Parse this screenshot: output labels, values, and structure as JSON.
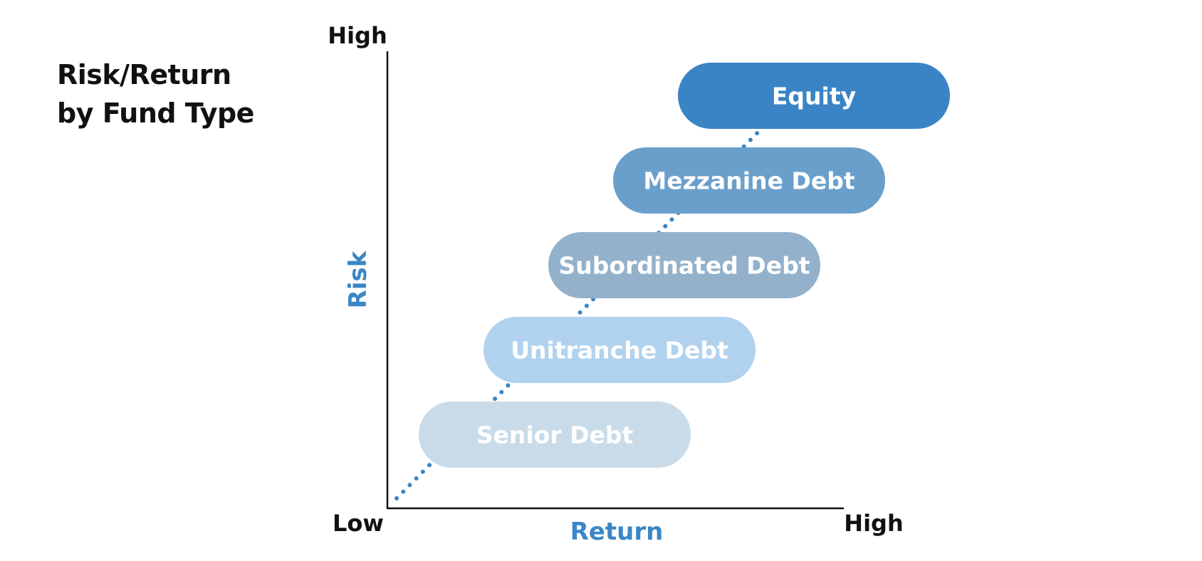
{
  "title": {
    "line1": "Risk/Return",
    "line2": "by Fund Type"
  },
  "axes": {
    "y_title": "Risk",
    "x_title": "Return",
    "y_high": "High",
    "x_high": "High",
    "origin_low": "Low"
  },
  "colors": {
    "axis_title": "#3b86c6",
    "dotted_line": "#3a85c5",
    "axis_line": "#111111"
  },
  "tiers": [
    {
      "label": "Senior Debt",
      "color": "#c9dbe8"
    },
    {
      "label": "Unitranche Debt",
      "color": "#b1d2ef"
    },
    {
      "label": "Subordinated Debt",
      "color": "#93b1ca"
    },
    {
      "label": "Mezzanine Debt",
      "color": "#6a9fcb"
    },
    {
      "label": "Equity",
      "color": "#3a84c5"
    }
  ]
}
